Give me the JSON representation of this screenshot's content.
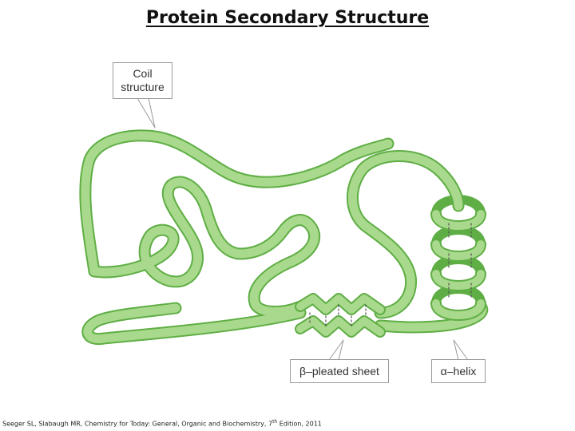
{
  "title": "Protein Secondary Structure",
  "labels": {
    "coil_line1": "Coil",
    "coil_line2": "structure",
    "beta": "β–pleated sheet",
    "alpha": "α–helix"
  },
  "citation": {
    "before_sup": "Seeger SL, Slabaugh MR, Chemistry for Today: General, Organic and Biochemistry, 7",
    "sup": "th",
    "after_sup": " Edition, 2011"
  },
  "colors": {
    "ribbon_fill": "#a9d98c",
    "ribbon_edge": "#5fae45",
    "ribbon_dark": "#7cc464",
    "hbond": "#555555",
    "callout_border": "#9a9a9a"
  }
}
